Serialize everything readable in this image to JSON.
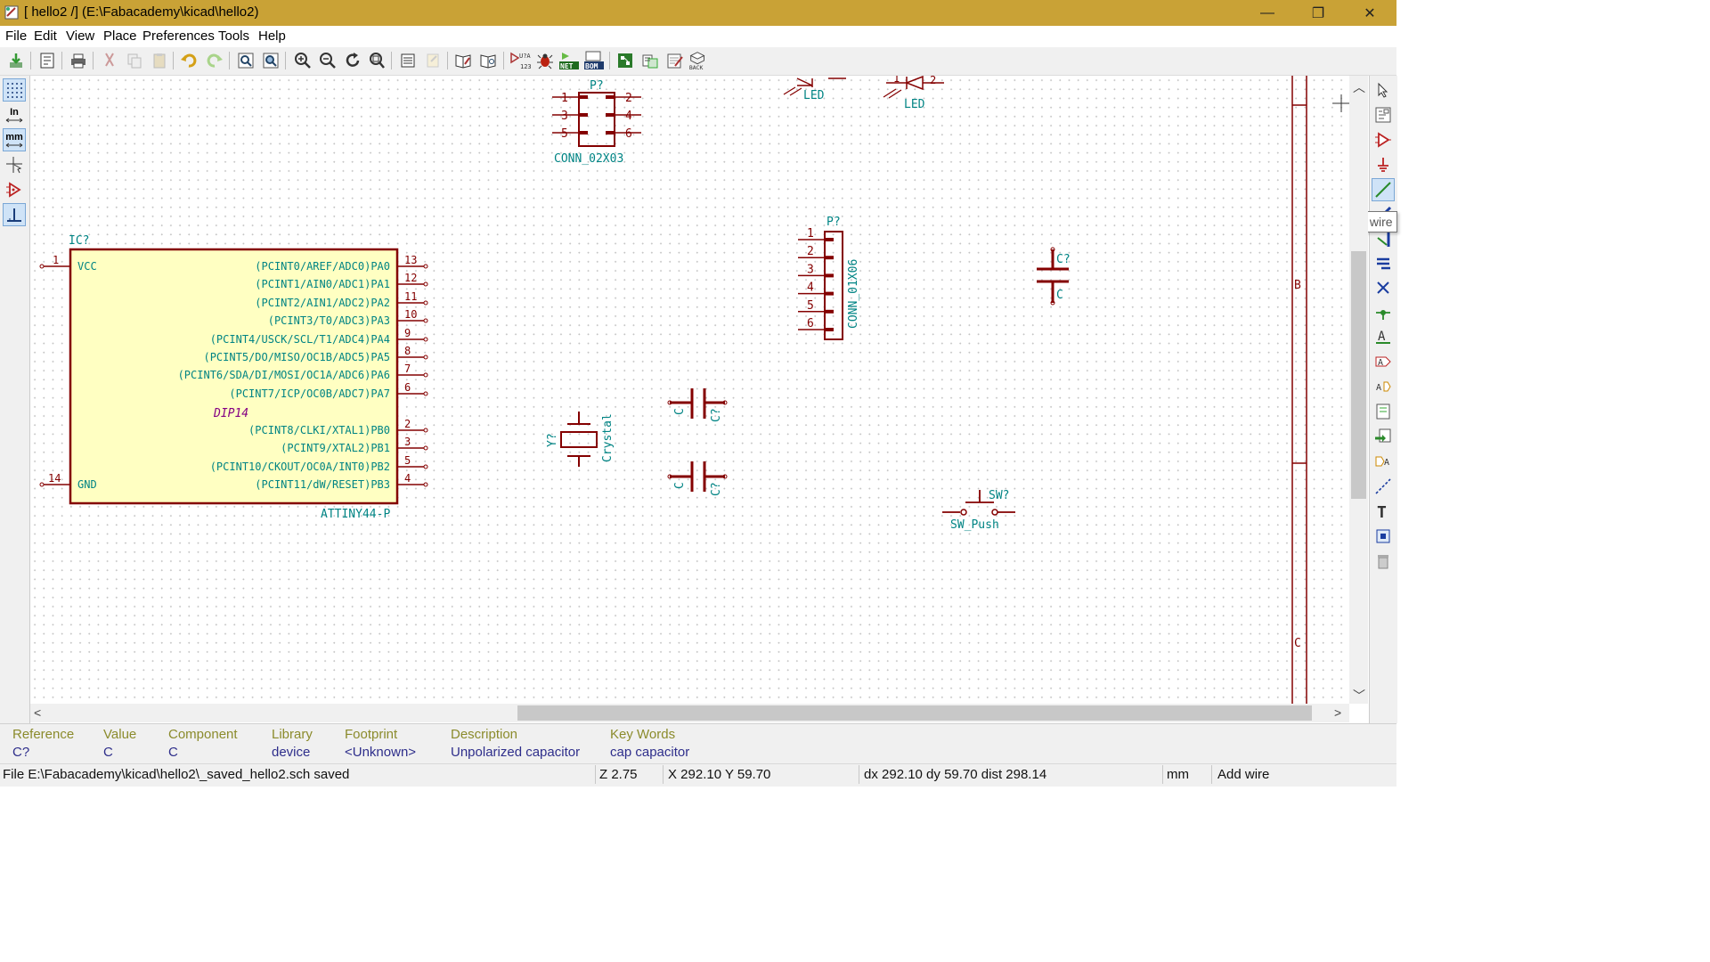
{
  "window": {
    "title": "[ hello2 /] (E:\\Fabacademy\\kicad\\hello2)",
    "minimize_glyph": "—",
    "maximize_glyph": "❐",
    "close_glyph": "✕"
  },
  "menu": [
    "File",
    "Edit",
    "View",
    "Place",
    "Preferences",
    "Tools",
    "Help"
  ],
  "toolbar": {
    "icons": [
      "save-schematic-icon",
      "page-settings-icon",
      "print-icon",
      "cut-icon",
      "copy-icon",
      "paste-icon",
      "undo-icon",
      "redo-icon",
      "find-icon",
      "find-replace-icon",
      "zoom-in-icon",
      "zoom-out-icon",
      "redraw-icon",
      "zoom-fit-icon",
      "hierarchy-navigator-icon",
      "leave-sheet-icon",
      "library-editor-icon",
      "library-browser-icon",
      "annotate-icon",
      "erc-icon",
      "netlist-icon",
      "bom-icon",
      "cvpcb-icon",
      "import-footprint-icon",
      "pcbnew-icon",
      "back-icon"
    ],
    "labels": {
      "annotate": "U?A\n123",
      "netlist": "NET",
      "bom": "BOM",
      "back": "BACK"
    }
  },
  "left_toolbar": {
    "grid_icon": "grid-icon",
    "inch_label": "In",
    "mm_label": "mm",
    "icons": [
      "grid-icon",
      "units-inches-icon",
      "units-mm-icon",
      "cursor-shape-icon",
      "hidden-pins-icon",
      "horizontal-vertical-wire-icon"
    ]
  },
  "right_toolbar": {
    "icons": [
      "select-icon",
      "hierarchy-icon",
      "add-component-icon",
      "add-power-icon",
      "add-wire-icon",
      "add-bus-icon",
      "wire-to-bus-entry-icon",
      "bus-to-bus-entry-icon",
      "no-connect-icon",
      "add-junction-icon",
      "add-label-icon",
      "add-global-label-icon",
      "add-hier-label-icon",
      "add-hier-sheet-icon",
      "import-hier-pin-icon",
      "add-hier-pin-icon",
      "add-graphic-line-icon",
      "add-text-icon",
      "add-image-icon",
      "delete-icon"
    ],
    "active": "add-wire-icon"
  },
  "tooltip": "Place wire",
  "schematic": {
    "colors": {
      "body_outline": "#840000",
      "body_fill": "#ffffc2",
      "pin": "#840000",
      "text": "#008484",
      "value_purple": "#840084"
    },
    "ic": {
      "ref": "IC?",
      "value": "ATTINY44-P",
      "footprint": "DIP14",
      "left_pins": [
        {
          "num": "1",
          "name": "VCC"
        },
        {
          "num": "14",
          "name": "GND"
        }
      ],
      "right_pins": [
        {
          "num": "13",
          "name": "(PCINT0/AREF/ADC0)PA0"
        },
        {
          "num": "12",
          "name": "(PCINT1/AIN0/ADC1)PA1"
        },
        {
          "num": "11",
          "name": "(PCINT2/AIN1/ADC2)PA2"
        },
        {
          "num": "10",
          "name": "(PCINT3/T0/ADC3)PA3"
        },
        {
          "num": "9",
          "name": "(PCINT4/USCK/SCL/T1/ADC4)PA4"
        },
        {
          "num": "8",
          "name": "(PCINT5/DO/MISO/OC1B/ADC5)PA5"
        },
        {
          "num": "7",
          "name": "(PCINT6/SDA/DI/MOSI/OC1A/ADC6)PA6"
        },
        {
          "num": "6",
          "name": "(PCINT7/ICP/OC0B/ADC7)PA7"
        },
        {
          "num": "2",
          "name": "(PCINT8/CLKI/XTAL1)PB0"
        },
        {
          "num": "3",
          "name": "(PCINT9/XTAL2)PB1"
        },
        {
          "num": "5",
          "name": "(PCINT10/CKOUT/OC0A/INT0)PB2"
        },
        {
          "num": "4",
          "name": "(PCINT11/dW/RESET)PB3"
        }
      ]
    },
    "conn_2x3": {
      "ref": "P?",
      "value": "CONN_02X03",
      "left": [
        "1",
        "3",
        "5"
      ],
      "right": [
        "2",
        "4",
        "6"
      ]
    },
    "conn_1x6": {
      "ref": "P?",
      "value": "CONN_01X06",
      "pins": [
        "1",
        "2",
        "3",
        "4",
        "5",
        "6"
      ]
    },
    "leds": [
      {
        "label": "LED",
        "pin1": "",
        "pin2": ""
      },
      {
        "label": "LED",
        "pin1": "1",
        "pin2": "2"
      }
    ],
    "crystal": {
      "ref": "Y?",
      "value": "Crystal"
    },
    "capacitors": [
      {
        "ref": "C?",
        "value": "C"
      },
      {
        "ref": "C?",
        "value": "C"
      },
      {
        "ref": "C?",
        "value": "C"
      }
    ],
    "switch": {
      "ref": "SW?",
      "value": "SW_Push"
    },
    "frame_labels": [
      "B",
      "C"
    ]
  },
  "message_panel": {
    "columns": [
      {
        "header": "Reference",
        "value": "C?"
      },
      {
        "header": "Value",
        "value": "C"
      },
      {
        "header": "Component",
        "value": "C"
      },
      {
        "header": "Library",
        "value": "device"
      },
      {
        "header": "Footprint",
        "value": "<Unknown>"
      },
      {
        "header": "Description",
        "value": "Unpolarized capacitor"
      },
      {
        "header": "Key Words",
        "value": "cap capacitor"
      }
    ]
  },
  "status": {
    "message": "File E:\\Fabacademy\\kicad\\hello2\\_saved_hello2.sch saved",
    "zoom": "Z 2.75",
    "xy": "X 292.10  Y 59.70",
    "delta": "dx 292.10  dy 59.70  dist 298.14",
    "units": "mm",
    "mode": "Add wire"
  }
}
